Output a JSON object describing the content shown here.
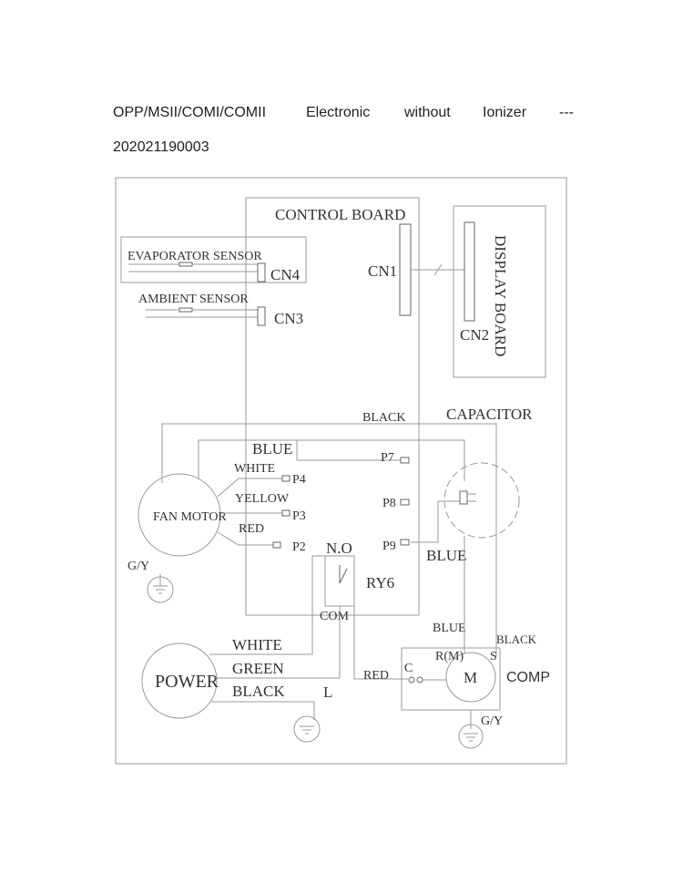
{
  "header": {
    "words": [
      "OPP/MSII/COMI/COMII",
      "Electronic",
      "without",
      "Ionizer",
      "---"
    ],
    "line2": "202021190003"
  },
  "diagram": {
    "control_board": "CONTROL BOARD",
    "display_board": "DISPLAY BOARD",
    "cn1": "CN1",
    "cn2": "CN2",
    "cn3": "CN3",
    "cn4": "CN4",
    "evaporator_sensor": "EVAPORATOR SENSOR",
    "ambient_sensor": "AMBIENT SENSOR",
    "black_top": "BLACK",
    "capacitor": "CAPACITOR",
    "blue_motor": "BLUE",
    "white_motor": "WHITE",
    "yellow_motor": "YELLOW",
    "red_motor": "RED",
    "p2": "P2",
    "p3": "P3",
    "p4": "P4",
    "p7": "P7",
    "p8": "P8",
    "p9": "P9",
    "fan_motor": "FAN MOTOR",
    "gy_fan": "G/Y",
    "no": "N.O",
    "ry6": "RY6",
    "com": "COM",
    "blue_p9": "BLUE",
    "blue_comp": "BLUE",
    "black_comp": "BLACK",
    "power": "POWER",
    "white_power": "WHITE",
    "green_power": "GREEN",
    "black_power": "BLACK",
    "l": "L",
    "red_comp": "RED",
    "c": "C",
    "r_m": "R(M)",
    "s": "S",
    "m": "M",
    "comp": "COMP",
    "gy_comp": "G/Y"
  }
}
